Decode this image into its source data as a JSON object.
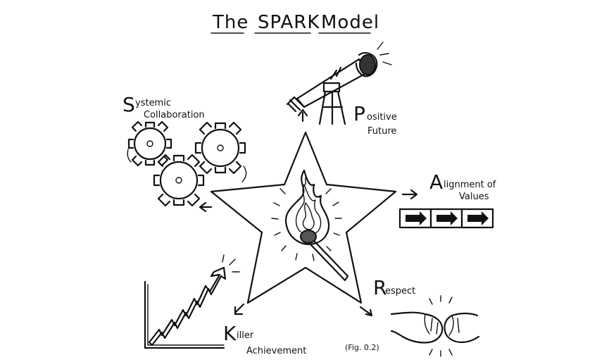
{
  "title": {
    "pre": "The",
    "key": "SPARK",
    "post": "Model"
  },
  "elements": {
    "systemic": {
      "initial": "S",
      "rest": "ystemic",
      "line2": "Collaboration"
    },
    "positive": {
      "initial": "P",
      "rest": "ositive",
      "line2": "Future"
    },
    "alignment": {
      "initial": "A",
      "rest": "lignment of",
      "line2": "Values"
    },
    "respect": {
      "initial": "R",
      "rest": "espect"
    },
    "killer": {
      "initial": "K",
      "rest": "iller",
      "line2": "Achievement"
    }
  },
  "figure_caption": "(Fig. 0.2)"
}
